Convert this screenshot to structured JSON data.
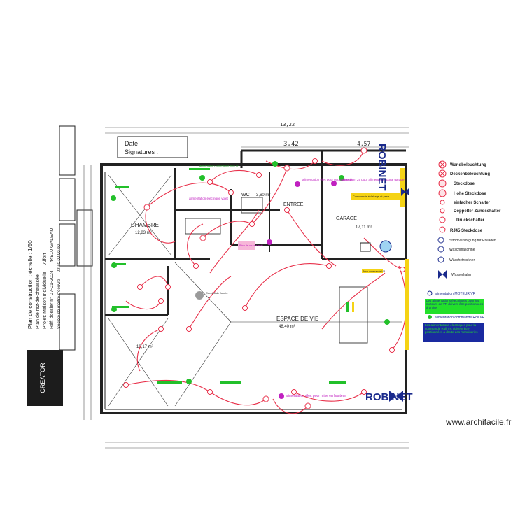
{
  "drawing": {
    "date_label": "Date",
    "signature_label": "Signatures :",
    "robinet_top": "ROBINET",
    "robinet_bottom": "ROBINET",
    "margin_text_lines": [
      "Plan de construction : échelle : 1/50",
      "Plan de rez-de-chaussée",
      "Projet: Maison Individuelle — Alfort",
      "Réf: dossier n° 07-01-2024 — 44910 GALEAU",
      "Société de maître d'oeuvre — 02 40 00 00 00"
    ],
    "stamp_logo": "CREATOR"
  },
  "rooms": {
    "chambre": "CHAMBRE",
    "chambre_area": "12,83 m²",
    "garage": "GARAGE",
    "garage_area": "17,11 m²",
    "entree": "ENTREE",
    "wc": "WC",
    "wc_area": "3,60 m²",
    "espace_vie": "ESPACE DE VIE",
    "espace_vie_area": "48,40 m²",
    "chambre2_area": "10,17 m²"
  },
  "dimensions": {
    "top_total": "13,22",
    "top_seg1": "3,42",
    "top_seg2": "4,57"
  },
  "annotations": {
    "conduit": "Conduit de fumée",
    "alim_elec_porte": "alimentation élec pour porte d'entrée",
    "alim_elec_garage": "1 gaine diam 25 pour alimentation porte garage",
    "alim_hauteur": "alimentation élec pour mise en hauteur",
    "alim_volet": "alimentation électrique volet",
    "cmd_volet": "alimentation commande Roll VR",
    "yellow_note1": "Commande éclairage et prise",
    "yellow_note2": "Prise commande VR",
    "pink_note": "Prise de courant arrêt"
  },
  "legend": {
    "items": [
      {
        "icon": "wall-light-icon",
        "label": "Wandbeleuchtung"
      },
      {
        "icon": "ceiling-light-icon",
        "label": "Deckenbeleuchtung"
      },
      {
        "icon": "socket-icon",
        "label": "Steckdose"
      },
      {
        "icon": "high-socket-icon",
        "label": "Hohe Steckdose"
      },
      {
        "icon": "switch-icon",
        "label": "einfacher Schalter"
      },
      {
        "icon": "double-switch-icon",
        "label": "Doppelter Zundschalter"
      },
      {
        "icon": "push-button-icon",
        "label": "Druckschalter"
      },
      {
        "icon": "rj45-icon",
        "label": "RJ45 Steckdose"
      },
      {
        "icon": "shutter-power-icon",
        "label": "Stromversorgung für Rolladen"
      },
      {
        "icon": "washing-machine-icon",
        "label": "Waschmaschine"
      },
      {
        "icon": "dryer-icon",
        "label": "Wäschetrockner"
      },
      {
        "icon": "water-tap-icon",
        "label": "Wasserhahn"
      }
    ],
    "motor_label": "alimentation MOTEUR VR",
    "box_green_text": "Les alimentations électriques pour les moteurs de VR doivent être positionnées à droite",
    "command_label": "alimentation commande Roll VR",
    "box_blue_text": "Les alimentations électriques pour la commande Roll VR doivent être positionnées à droite des menuiseries"
  },
  "watermark": "www.archifacile.fr",
  "colors": {
    "wire": "#e8304a",
    "wall": "#222222",
    "accent_blue": "#1a2a8c",
    "yellow": "#f5d315",
    "green": "#22c02a",
    "magenta": "#c020c0"
  }
}
